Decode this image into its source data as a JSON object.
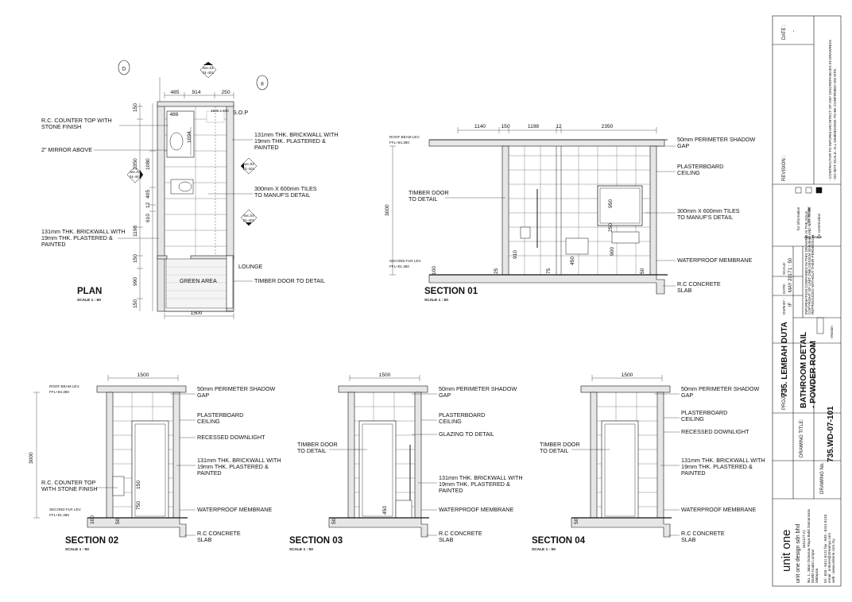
{
  "plan": {
    "title": "PLAN",
    "scale": "SCALE 1 : 50",
    "grid_d": "D",
    "grid_8": "8",
    "sec_tag_top": [
      "sec.01",
      "01-401"
    ],
    "sec_tag_left": [
      "sec.03",
      "01-401"
    ],
    "sec_tag_right": [
      "sec.02",
      "01-401"
    ],
    "sec_tag_right2": [
      "sec.04",
      "01-401"
    ],
    "labels": {
      "counter": [
        "R.C. COUNTER TOP WITH",
        "STONE FINISH"
      ],
      "mirror": "2\" MIRROR ABOVE",
      "brickwall_left": [
        "131mm THK. BRICKWALL WITH",
        "19mm THK. PLASTERED &",
        "PAINTED"
      ],
      "brickwall_right": [
        "131mm THK. BRICKWALL WITH",
        "19mm THK. PLASTERED &",
        "PAINTED"
      ],
      "tiles": [
        "300mm X 600mm TILES",
        "TO MANUF'S DETAIL"
      ],
      "sop": "S.O.P",
      "lounge": "LOUNGE",
      "green": "GREEN AREA",
      "door": "TIMBER DOOR TO DETAIL"
    },
    "dims_top": [
      "485",
      "914",
      "250"
    ],
    "dims_inner": [
      "486",
      "1094"
    ],
    "dims_left": [
      "150",
      "2350",
      "1080",
      "405",
      "12",
      "610",
      "1198",
      "150",
      "990",
      "150"
    ],
    "dim_bottom": "1500"
  },
  "section01": {
    "title": "SECTION 01",
    "scale": "SCALE 1 : 50",
    "dims_top": [
      "1140",
      "150",
      "1198",
      "12",
      "2350"
    ],
    "height": "3000",
    "levels": {
      "roof": [
        "ROOF BEAM LEV.",
        "FFL+84.380"
      ],
      "second": [
        "SECOND FLR LEV.",
        "FFL+81.380"
      ]
    },
    "inner_dims": [
      "950",
      "250",
      "910",
      "450",
      "900",
      "25",
      "75",
      "50",
      "100"
    ],
    "labels": {
      "door": [
        "TIMBER DOOR",
        "TO DETAIL"
      ],
      "shadow": [
        "50mm PERIMETER SHADOW",
        "GAP"
      ],
      "ceiling": [
        "PLASTERBOARD",
        "CEILING"
      ],
      "tiles": [
        "300mm X 600mm TILES",
        "TO MANUF'S DETAIL"
      ],
      "membrane": "WATERPROOF MEMBRANE",
      "slab": [
        "R.C CONCRETE",
        "SLAB"
      ]
    }
  },
  "section02": {
    "title": "SECTION 02",
    "scale": "SCALE 1 : 50",
    "width": "1500",
    "height": "3000",
    "levels": {
      "roof": [
        "ROOF BEAM LEV.",
        "FFL+84.386"
      ],
      "second": [
        "SECOND FLR LEV.",
        "FFL+81.386"
      ]
    },
    "inner_dims": [
      "150",
      "750",
      "50",
      "100"
    ],
    "labels": {
      "counter": [
        "R.C. COUNTER TOP",
        "WITH STONE FINISH"
      ],
      "shadow": [
        "50mm PERIMETER SHADOW",
        "GAP"
      ],
      "ceiling": [
        "PLASTERBOARD",
        "CEILING"
      ],
      "downlight": "RECESSED DOWNLIGHT",
      "brickwall": [
        "131mm THK. BRICKWALL WITH",
        "19mm THK. PLASTERED &",
        "PAINTED"
      ],
      "membrane": "WATERPROOF MEMBRANE",
      "slab": [
        "R.C CONCRETE",
        "SLAB"
      ]
    }
  },
  "section03": {
    "title": "SECTION 03",
    "scale": "SCALE 1 : 50",
    "width": "1500",
    "inner_dims": [
      "450",
      "50"
    ],
    "labels": {
      "door": [
        "TIMBER DOOR",
        "TO DETAIL"
      ],
      "shadow": [
        "50mm PERIMETER SHADOW",
        "GAP"
      ],
      "ceiling": [
        "PLASTERBOARD",
        "CEILING"
      ],
      "glazing": "GLAZING TO DETAIL",
      "brickwall": [
        "131mm THK. BRICKWALL WITH",
        "19mm THK. PLASTERED &",
        "PAINTED"
      ],
      "membrane": "WATERPROOF MEMBRANE",
      "slab": [
        "R.C CONCRETE",
        "SLAB"
      ]
    }
  },
  "section04": {
    "title": "SECTION 04",
    "scale": "SCALE 1 : 50",
    "width": "1500",
    "inner_dims": [
      "50"
    ],
    "labels": {
      "door": [
        "TIMBER DOOR",
        "TO DETAIL"
      ],
      "shadow": [
        "50mm PERIMETER SHADOW",
        "GAP"
      ],
      "ceiling": [
        "PLASTERBOARD",
        "CEILING"
      ],
      "downlight": "RECESSED DOWNLIGHT",
      "brickwall": [
        "131mm THK. BRICKWALL WITH",
        "19mm THK. PLASTERED &",
        "PAINTED"
      ],
      "membrane": "WATERPROOF MEMBRANE",
      "slab": [
        "R.C CONCRETE",
        "SLAB"
      ]
    }
  },
  "titleblock": {
    "date_label": "DATE :",
    "date_value": "-",
    "revision_label": "REVISION :",
    "notes": [
      "- CONTRACTOR TO INFORM ARCHITECT OF ANY DISCREPANCIES IN DRAWINGS",
      "- DO NOT SCALE. ALL DIMENSIONS TO BE CONFIRMED ON SITE."
    ],
    "status": [
      "for information",
      "for tender",
      "for construction"
    ],
    "dwg_status": "dwg status",
    "scale_label": "SCALE:",
    "scale_value": "1 : 50",
    "date2_label": "DATE:",
    "date2_value": "MAY 2017",
    "drwn_label": "DWN BY :",
    "drwn_value": "IF",
    "copyright": [
      "INFORMATION CONTAINED IN THIS DRAWING IS THE SOLE",
      "COPYRIGHT OF UNIT ONE DESIGN SDN BHD AND NOT TO BE",
      "REPRODUCED WITHOUT THEIR PERMISSION"
    ],
    "revision_box": "revision",
    "project_label": "PROJECT:",
    "project_value": "735. LEMBAH DUTA",
    "drawing_title_label": "DRAWING TITLE:",
    "drawing_title_value": [
      "BATHROOM DETAIL",
      "- POWDER ROOM"
    ],
    "drawing_no_label": "DRAWING No.",
    "drawing_no_value": "735.WD-07-101",
    "company": "unit one",
    "company_full": "unit one design sdn bhd",
    "company_reg": "(641127-A)",
    "address": [
      "No. 1, Jalan Dutamas Raya Bukit Damansara",
      "50480 Kuala Lumpur",
      "Malaysia"
    ],
    "contact": [
      "tel : 603 - 6411 6122   fax : 603 - 6411 6133",
      "email : unitone@streamyx.com",
      "web : www.unitone.com.my"
    ]
  }
}
